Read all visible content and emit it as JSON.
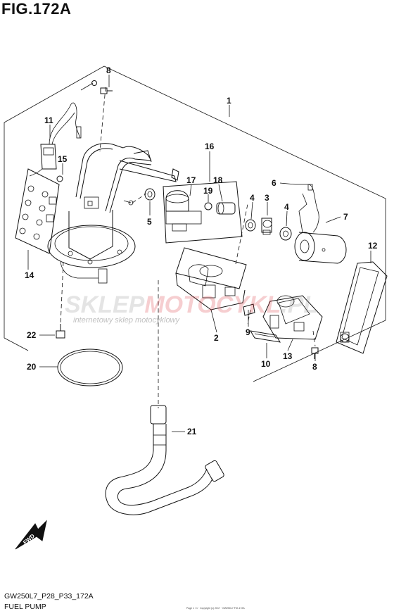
{
  "figure": {
    "title": "FIG.172A"
  },
  "callouts": {
    "c1": "1",
    "c2": "2",
    "c3": "3",
    "c4a": "4",
    "c4b": "4",
    "c5": "5",
    "c6": "6",
    "c7": "7",
    "c8a": "8",
    "c8b": "8",
    "c9": "9",
    "c10": "10",
    "c11": "11",
    "c12": "12",
    "c13": "13",
    "c14": "14",
    "c15": "15",
    "c16": "16",
    "c17": "17",
    "c18": "18",
    "c19": "19",
    "c20": "20",
    "c21": "21",
    "c22": "22"
  },
  "watermark": {
    "part1": "SKLEP",
    "part2": "MOTOCYKL",
    "part3": ".PL",
    "tagline": "internetowy sklep motocyklowy"
  },
  "fwd_label": "FWD",
  "footer": {
    "code": "GW250L7_P28_P33_172A",
    "caption": "FUEL PUMP",
    "tiny": "Page 1 / 1 · Copyright (c) 2017 · GW250L7 FIG.172A"
  },
  "colors": {
    "line": "#111111",
    "watermark_gray": "#8a8a8a",
    "watermark_red": "#d9232d"
  }
}
